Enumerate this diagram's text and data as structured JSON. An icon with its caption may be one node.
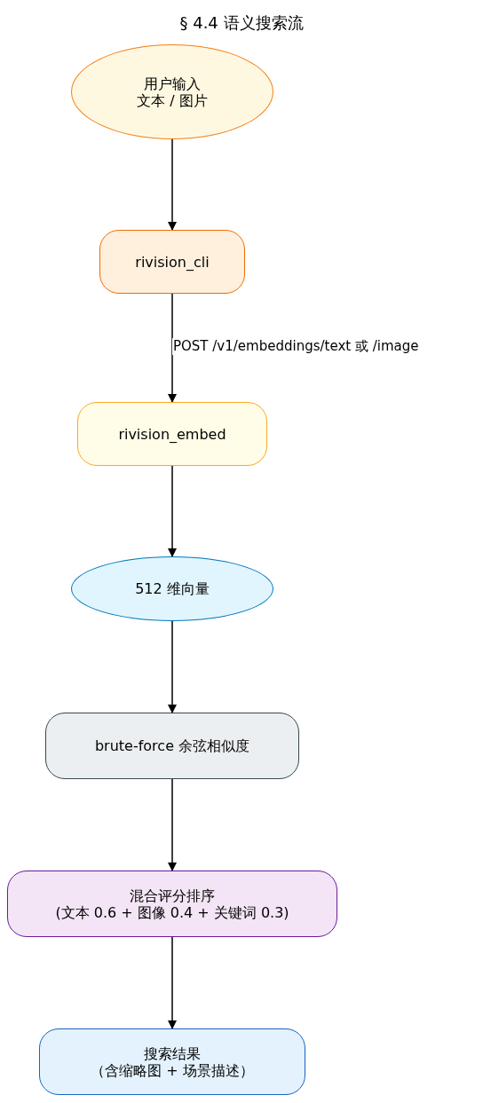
{
  "diagram": {
    "title": "§ 4.4 语义搜索流",
    "nodes": [
      {
        "text": [
          "用户输入",
          "文本 / 图片"
        ]
      },
      {
        "text": [
          "rivision_cli"
        ]
      },
      {
        "text": [
          "rivision_embed"
        ]
      },
      {
        "text": [
          "512 维向量"
        ]
      },
      {
        "text": [
          "brute-force 余弦相似度"
        ]
      },
      {
        "text": [
          "混合评分排序",
          "(文本 0.6 + 图像 0.4 + 关键词 0.3)"
        ]
      },
      {
        "text": [
          "搜索结果",
          "（含缩略图 + 场景描述）"
        ]
      }
    ],
    "edges": [
      {
        "from": 0,
        "to": 1,
        "arrow": "to"
      },
      {
        "from": 1,
        "to": 2,
        "arrow": "to",
        "label": "POST /v1/embeddings/text 或 /image"
      },
      {
        "from": 2,
        "to": 3,
        "arrow": "to"
      },
      {
        "from": 3,
        "to": 4,
        "arrow": "to"
      },
      {
        "from": 4,
        "to": 5,
        "arrow": "to"
      },
      {
        "from": 5,
        "to": 6,
        "arrow": "to"
      }
    ]
  }
}
